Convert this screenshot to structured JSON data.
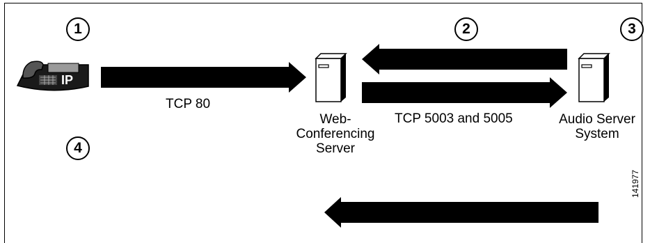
{
  "steps": {
    "s1": "1",
    "s2": "2",
    "s3": "3",
    "s4": "4"
  },
  "phone": {
    "badge": "IP"
  },
  "connections": {
    "phone_to_web": "TCP 80",
    "web_to_audio": "TCP 5003 and 5005"
  },
  "nodes": {
    "web_server": {
      "line1": "Web-",
      "line2": "Conferencing",
      "line3": "Server"
    },
    "audio_server": {
      "line1": "Audio Server",
      "line2": "System"
    }
  },
  "figure_id": "141977",
  "colors": {
    "arrow": "#000000",
    "server_fill": "#ffffff",
    "background": "#ffffff"
  }
}
